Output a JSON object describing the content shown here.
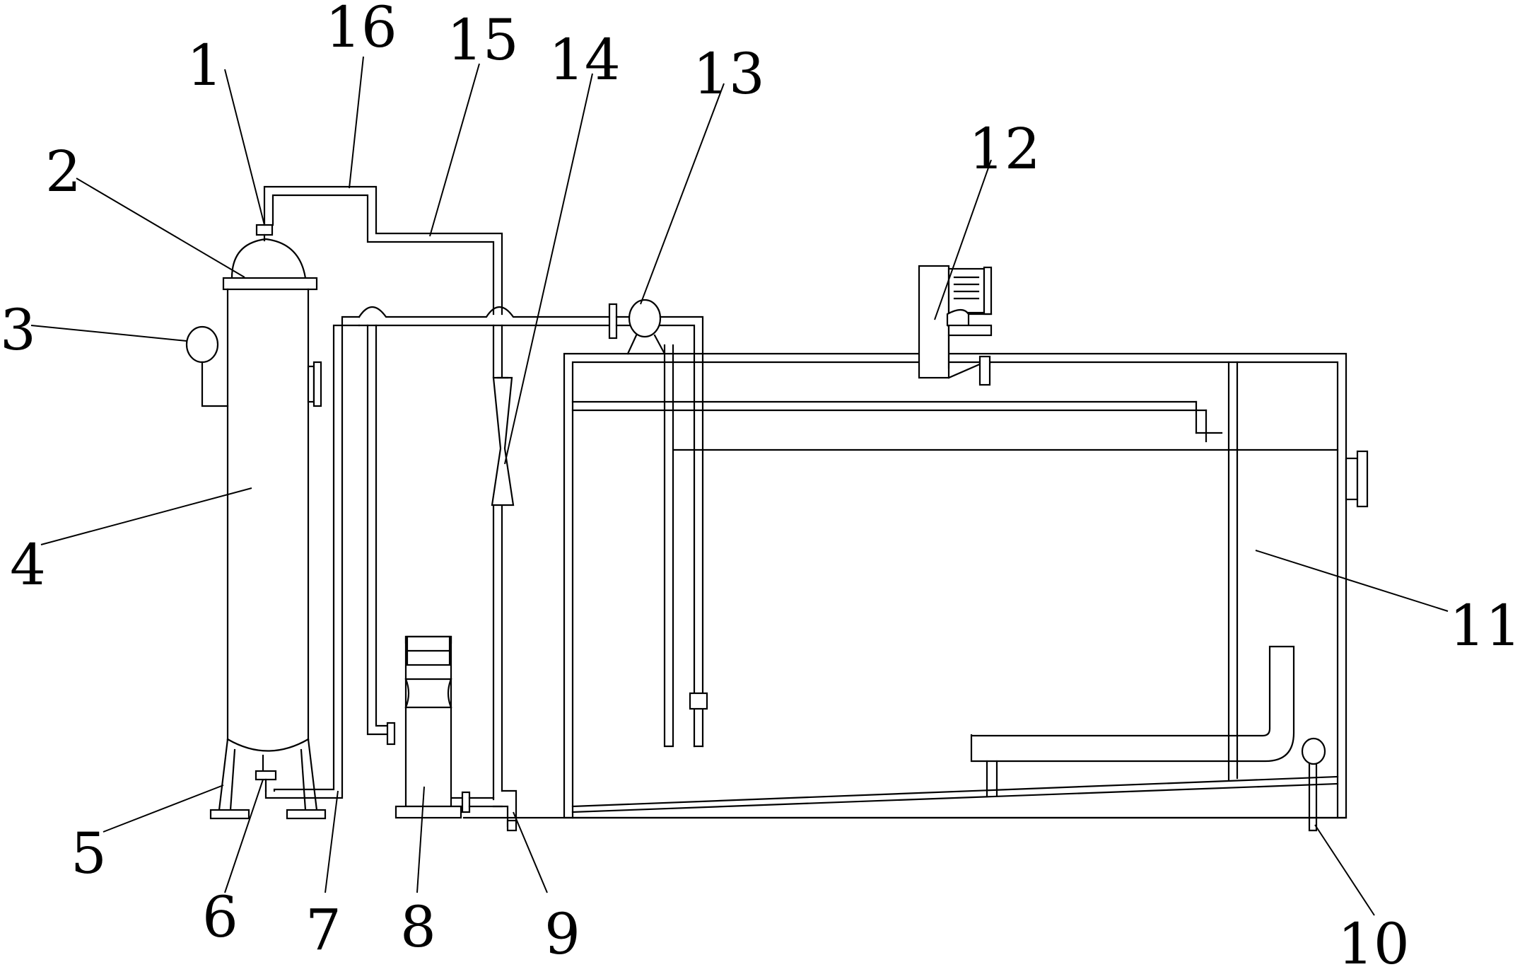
{
  "labels": {
    "l1": "1",
    "l2": "2",
    "l3": "3",
    "l4": "4",
    "l5": "5",
    "l6": "6",
    "l7": "7",
    "l8": "8",
    "l9": "9",
    "l10": "10",
    "l11": "11",
    "l12": "12",
    "l13": "13",
    "l14": "14",
    "l15": "15",
    "l16": "16"
  },
  "colors": {
    "line": "#000000",
    "background": "#ffffff"
  }
}
